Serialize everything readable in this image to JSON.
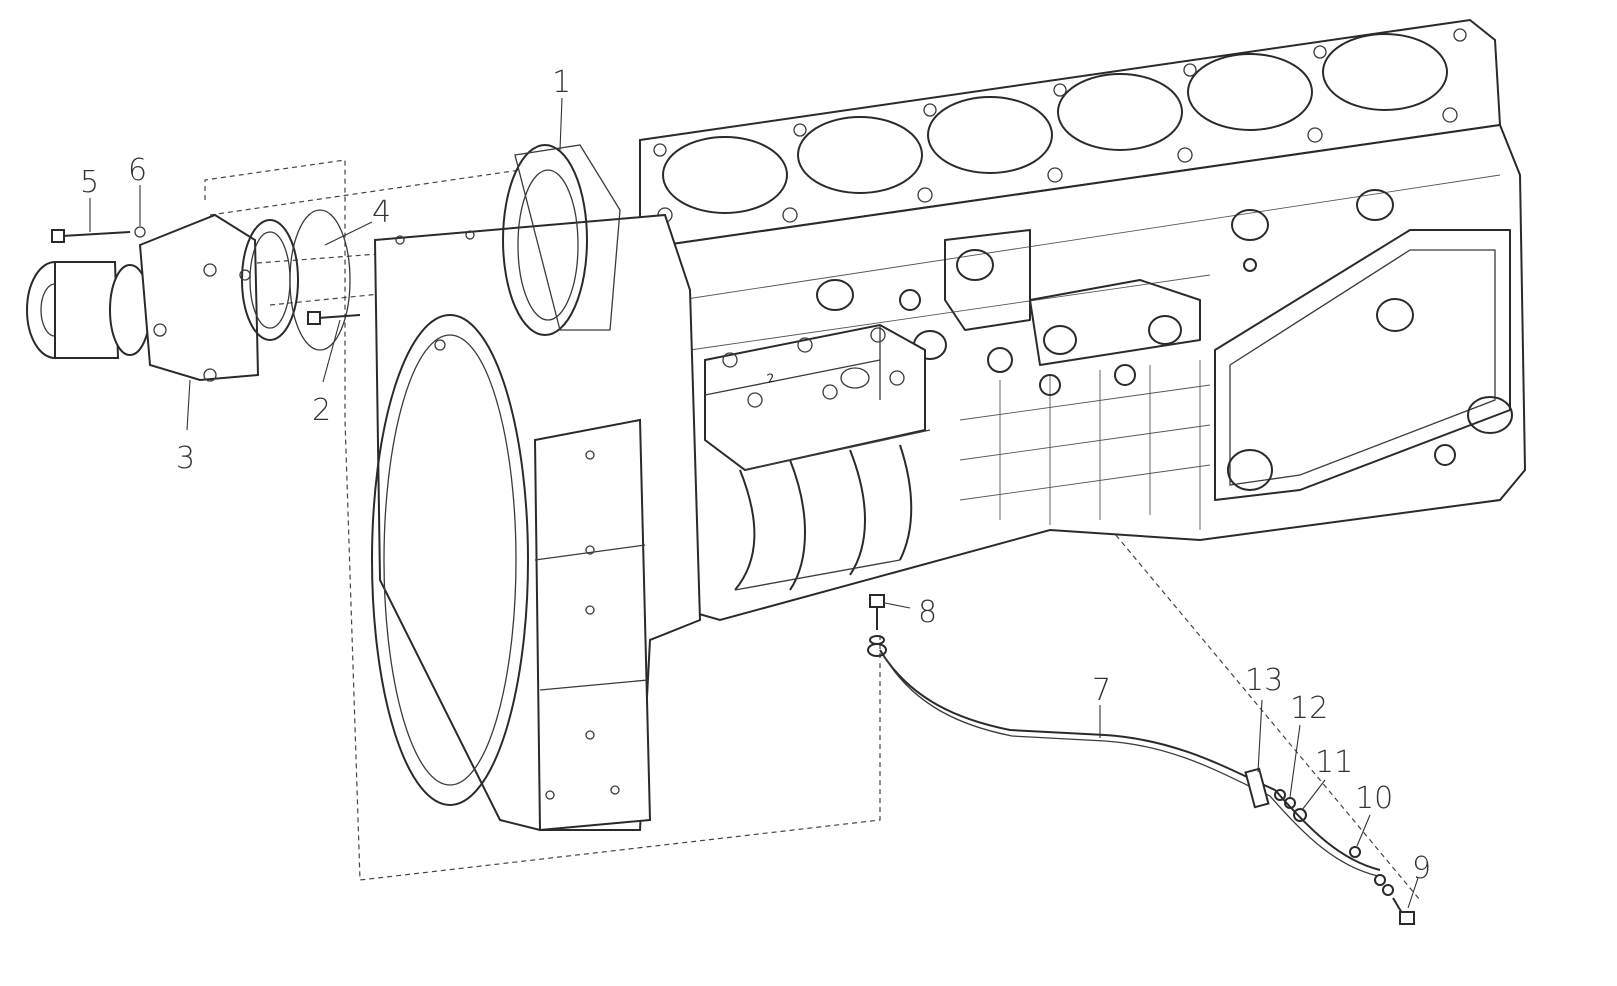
{
  "diagram": {
    "type": "exploded-parts-view",
    "callouts": [
      "1",
      "2",
      "3",
      "4",
      "5",
      "6",
      "7",
      "8",
      "9",
      "10",
      "11",
      "12",
      "13"
    ],
    "block_marking": "2"
  }
}
